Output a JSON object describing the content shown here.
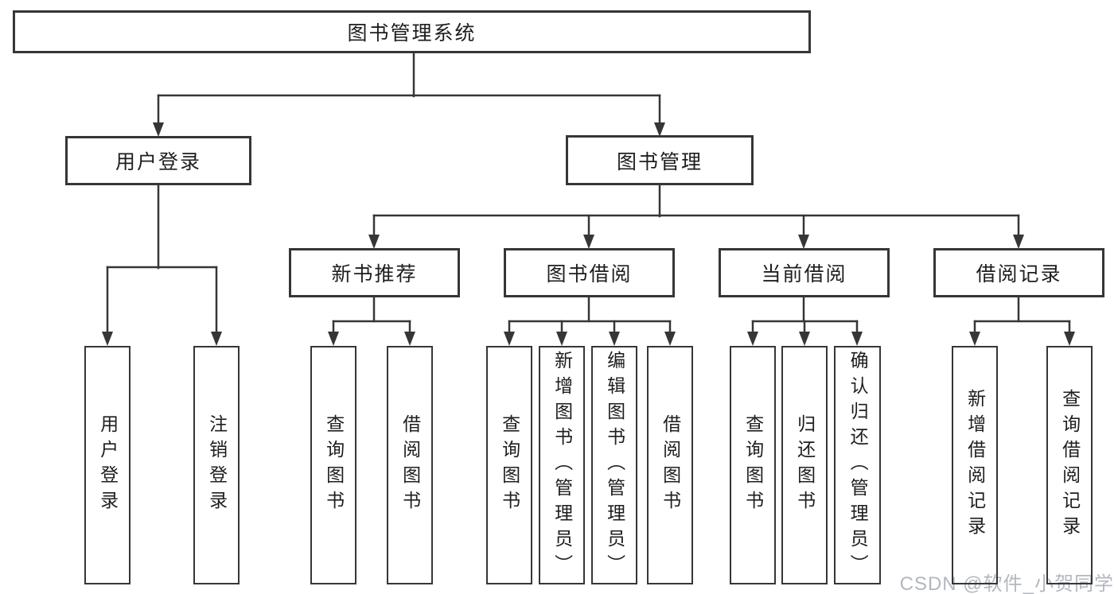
{
  "root": {
    "label": "图书管理系统"
  },
  "level2": {
    "user_login": {
      "label": "用户登录"
    },
    "book_management": {
      "label": "图书管理"
    }
  },
  "level3": {
    "new_books": {
      "label": "新书推荐"
    },
    "book_borrow": {
      "label": "图书借阅"
    },
    "current_borrow": {
      "label": "当前借阅"
    },
    "borrow_records": {
      "label": "借阅记录"
    }
  },
  "leaves": {
    "user_login": [
      "用户登录",
      "注销登录"
    ],
    "new_books": [
      "查询图书",
      "借阅图书"
    ],
    "book_borrow": [
      "查询图书",
      "新增图书（管理员）",
      "编辑图书（管理员）",
      "借阅图书"
    ],
    "current_borrow": [
      "查询图书",
      "归还图书",
      "确认归还（管理员）"
    ],
    "borrow_records": [
      "新增借阅记录",
      "查询借阅记录"
    ]
  },
  "watermark": "CSDN @软件_小贺同学",
  "colors": {
    "line": "#363636",
    "text": "#1e1e1e",
    "watermark": "#b3b7be",
    "background": "#ffffff"
  }
}
